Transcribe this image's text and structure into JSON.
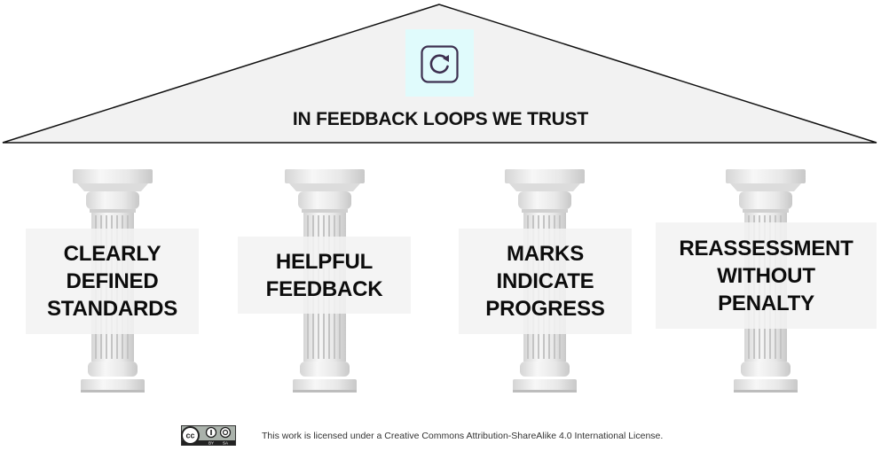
{
  "roof": {
    "title": "IN FEEDBACK LOOPS WE TRUST",
    "icon": "refresh-icon",
    "icon_bg_color": "#e0fbfc",
    "icon_stroke_color": "#3d3050",
    "fill_color": "#f2f2f2"
  },
  "pillars": [
    {
      "label": "CLEARLY\nDEFINED\nSTANDARDS"
    },
    {
      "label": "HELPFUL\nFEEDBACK"
    },
    {
      "label": "MARKS\nINDICATE\nPROGRESS"
    },
    {
      "label": "REASSESSMENT\nWITHOUT\nPENALTY"
    }
  ],
  "footer": {
    "badge_icon": "cc-by-sa-icon",
    "badge_text": [
      "cc",
      "BY",
      "SA"
    ],
    "license_text": "This work is licensed under a Creative Commons Attribution-ShareAlike 4.0 International License."
  }
}
